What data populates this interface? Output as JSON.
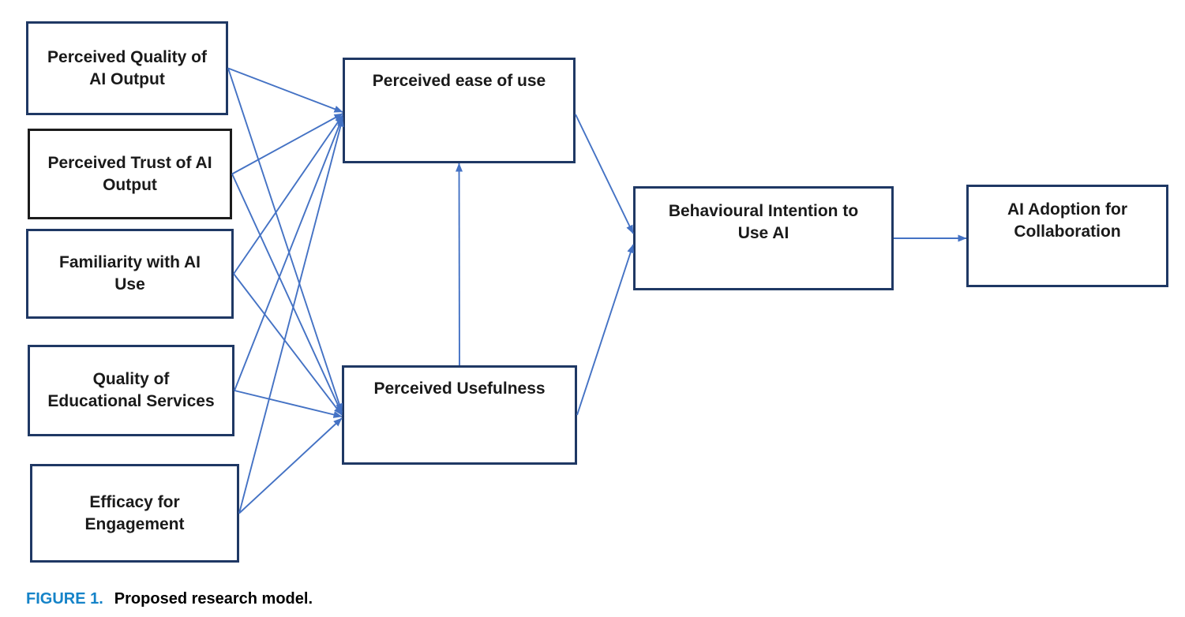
{
  "figure_caption": {
    "label": "FIGURE 1.",
    "text": "Proposed research model."
  },
  "colors": {
    "arrow": "#4472C4",
    "node_border": "#1F3864",
    "node_border_alt": "#1C1C1C",
    "caption_label_blue": "#1583C8",
    "text": "#1A1A1A"
  },
  "nodes": [
    {
      "id": "pqo",
      "label": "Perceived Quality of\nAI Output"
    },
    {
      "id": "pto",
      "label": "Perceived Trust of AI\nOutput"
    },
    {
      "id": "fam",
      "label": "Familiarity with AI\nUse"
    },
    {
      "id": "qes",
      "label": "Quality of\nEducational Services"
    },
    {
      "id": "eff",
      "label": "Efficacy for\nEngagement"
    },
    {
      "id": "peu",
      "label": "Perceived ease of use"
    },
    {
      "id": "pu",
      "label": "Perceived Usefulness"
    },
    {
      "id": "bi",
      "label": "Behavioural Intention to\nUse AI"
    },
    {
      "id": "aia",
      "label": "AI Adoption for\nCollaboration"
    }
  ],
  "edges": [
    {
      "from": "pqo",
      "to": "peu",
      "fromSide": "right",
      "toSide": "left",
      "toDy": 2
    },
    {
      "from": "pqo",
      "to": "pu",
      "fromSide": "right",
      "toSide": "left",
      "toDy": -4
    },
    {
      "from": "pto",
      "to": "peu",
      "fromSide": "right",
      "toSide": "left",
      "toDy": 4
    },
    {
      "from": "pto",
      "to": "pu",
      "fromSide": "right",
      "toSide": "left",
      "toDy": -2
    },
    {
      "from": "fam",
      "to": "peu",
      "fromSide": "right",
      "toSide": "left",
      "toDy": 6
    },
    {
      "from": "fam",
      "to": "pu",
      "fromSide": "right",
      "toSide": "left",
      "toDy": 0
    },
    {
      "from": "qes",
      "to": "peu",
      "fromSide": "right",
      "toSide": "left",
      "toDy": 8
    },
    {
      "from": "qes",
      "to": "pu",
      "fromSide": "right",
      "toSide": "left",
      "toDy": 2
    },
    {
      "from": "eff",
      "to": "peu",
      "fromSide": "right",
      "toSide": "left",
      "toDy": 10
    },
    {
      "from": "eff",
      "to": "pu",
      "fromSide": "right",
      "toSide": "left",
      "toDy": 4
    },
    {
      "from": "pu",
      "to": "peu",
      "fromSide": "top",
      "toSide": "bottom"
    },
    {
      "from": "peu",
      "to": "bi",
      "fromSide": "right",
      "toSide": "left",
      "fromDy": 5,
      "toDy": -6
    },
    {
      "from": "pu",
      "to": "bi",
      "fromSide": "right",
      "toSide": "left",
      "toDy": 8
    },
    {
      "from": "bi",
      "to": "aia",
      "fromSide": "right",
      "toSide": "left",
      "toDy": 3
    }
  ]
}
